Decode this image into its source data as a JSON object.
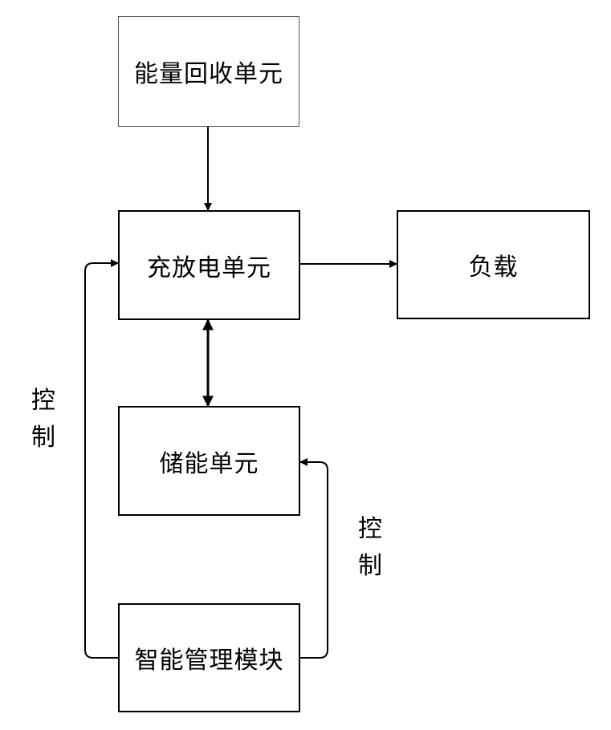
{
  "nodes": {
    "energy_recovery": "能量回收单元",
    "charge_discharge": "充放电单元",
    "load": "负载",
    "storage": "储能单元",
    "management": "智能管理模块"
  },
  "labels": {
    "control_left": [
      "控",
      "制"
    ],
    "control_right": [
      "控",
      "制"
    ]
  },
  "colors": {
    "line": "#000000",
    "box_border_light": "#555555"
  }
}
